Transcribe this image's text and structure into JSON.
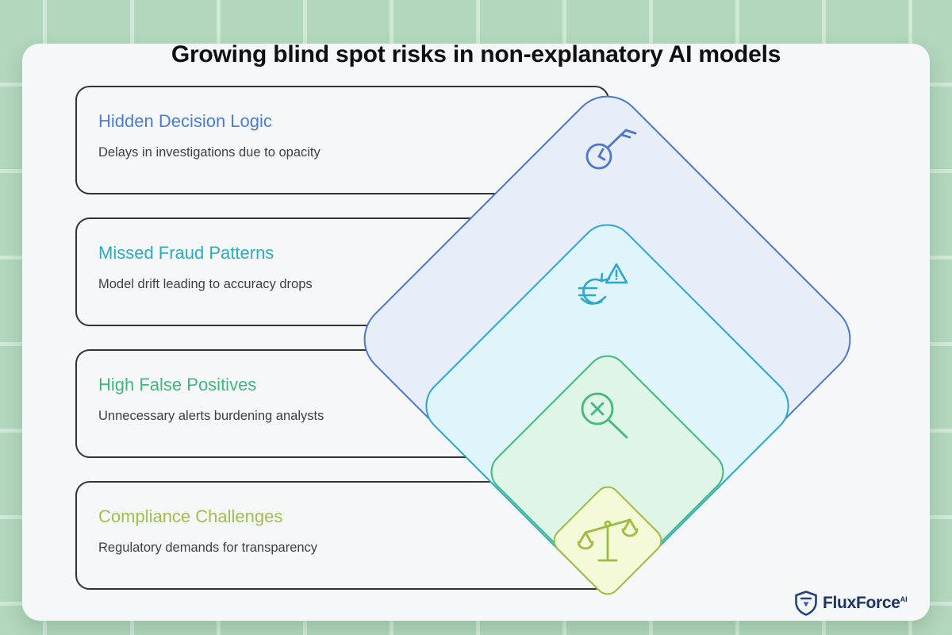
{
  "title": "Growing blind spot risks in non-explanatory AI models",
  "cards": [
    {
      "title": "Hidden Decision Logic",
      "description": "Delays in investigations due to opacity",
      "color": "#4a7dd6"
    },
    {
      "title": "Missed Fraud Patterns",
      "description": "Model drift leading to accuracy drops",
      "color": "#27aec6"
    },
    {
      "title": "High False Positives",
      "description": "Unnecessary alerts burdening analysts",
      "color": "#3cb97d"
    },
    {
      "title": "Compliance Challenges",
      "description": "Regulatory demands for transparency",
      "color": "#9fc04a"
    }
  ],
  "diamonds": [
    {
      "level": 1,
      "icon": "clock-key-icon",
      "border": "#4b77cd",
      "fill": "#e8edfa"
    },
    {
      "level": 2,
      "icon": "euro-alert-icon",
      "border": "#2aa7cd",
      "fill": "#e0f5fb"
    },
    {
      "level": 3,
      "icon": "search-x-icon",
      "border": "#43b878",
      "fill": "#def5e8"
    },
    {
      "level": 4,
      "icon": "scales-icon",
      "border": "#9dbd40",
      "fill": "#f4f9d8"
    }
  ],
  "logo": {
    "name": "FluxForce",
    "suffix": "AI",
    "text_color": "#1b3464",
    "shield_color": "#24427c",
    "shield_accent": "#2e5ec9"
  },
  "background": {
    "page": "#b2d7bc",
    "grid_line": "#cfe9d6",
    "panel": "#f6f7f9"
  }
}
